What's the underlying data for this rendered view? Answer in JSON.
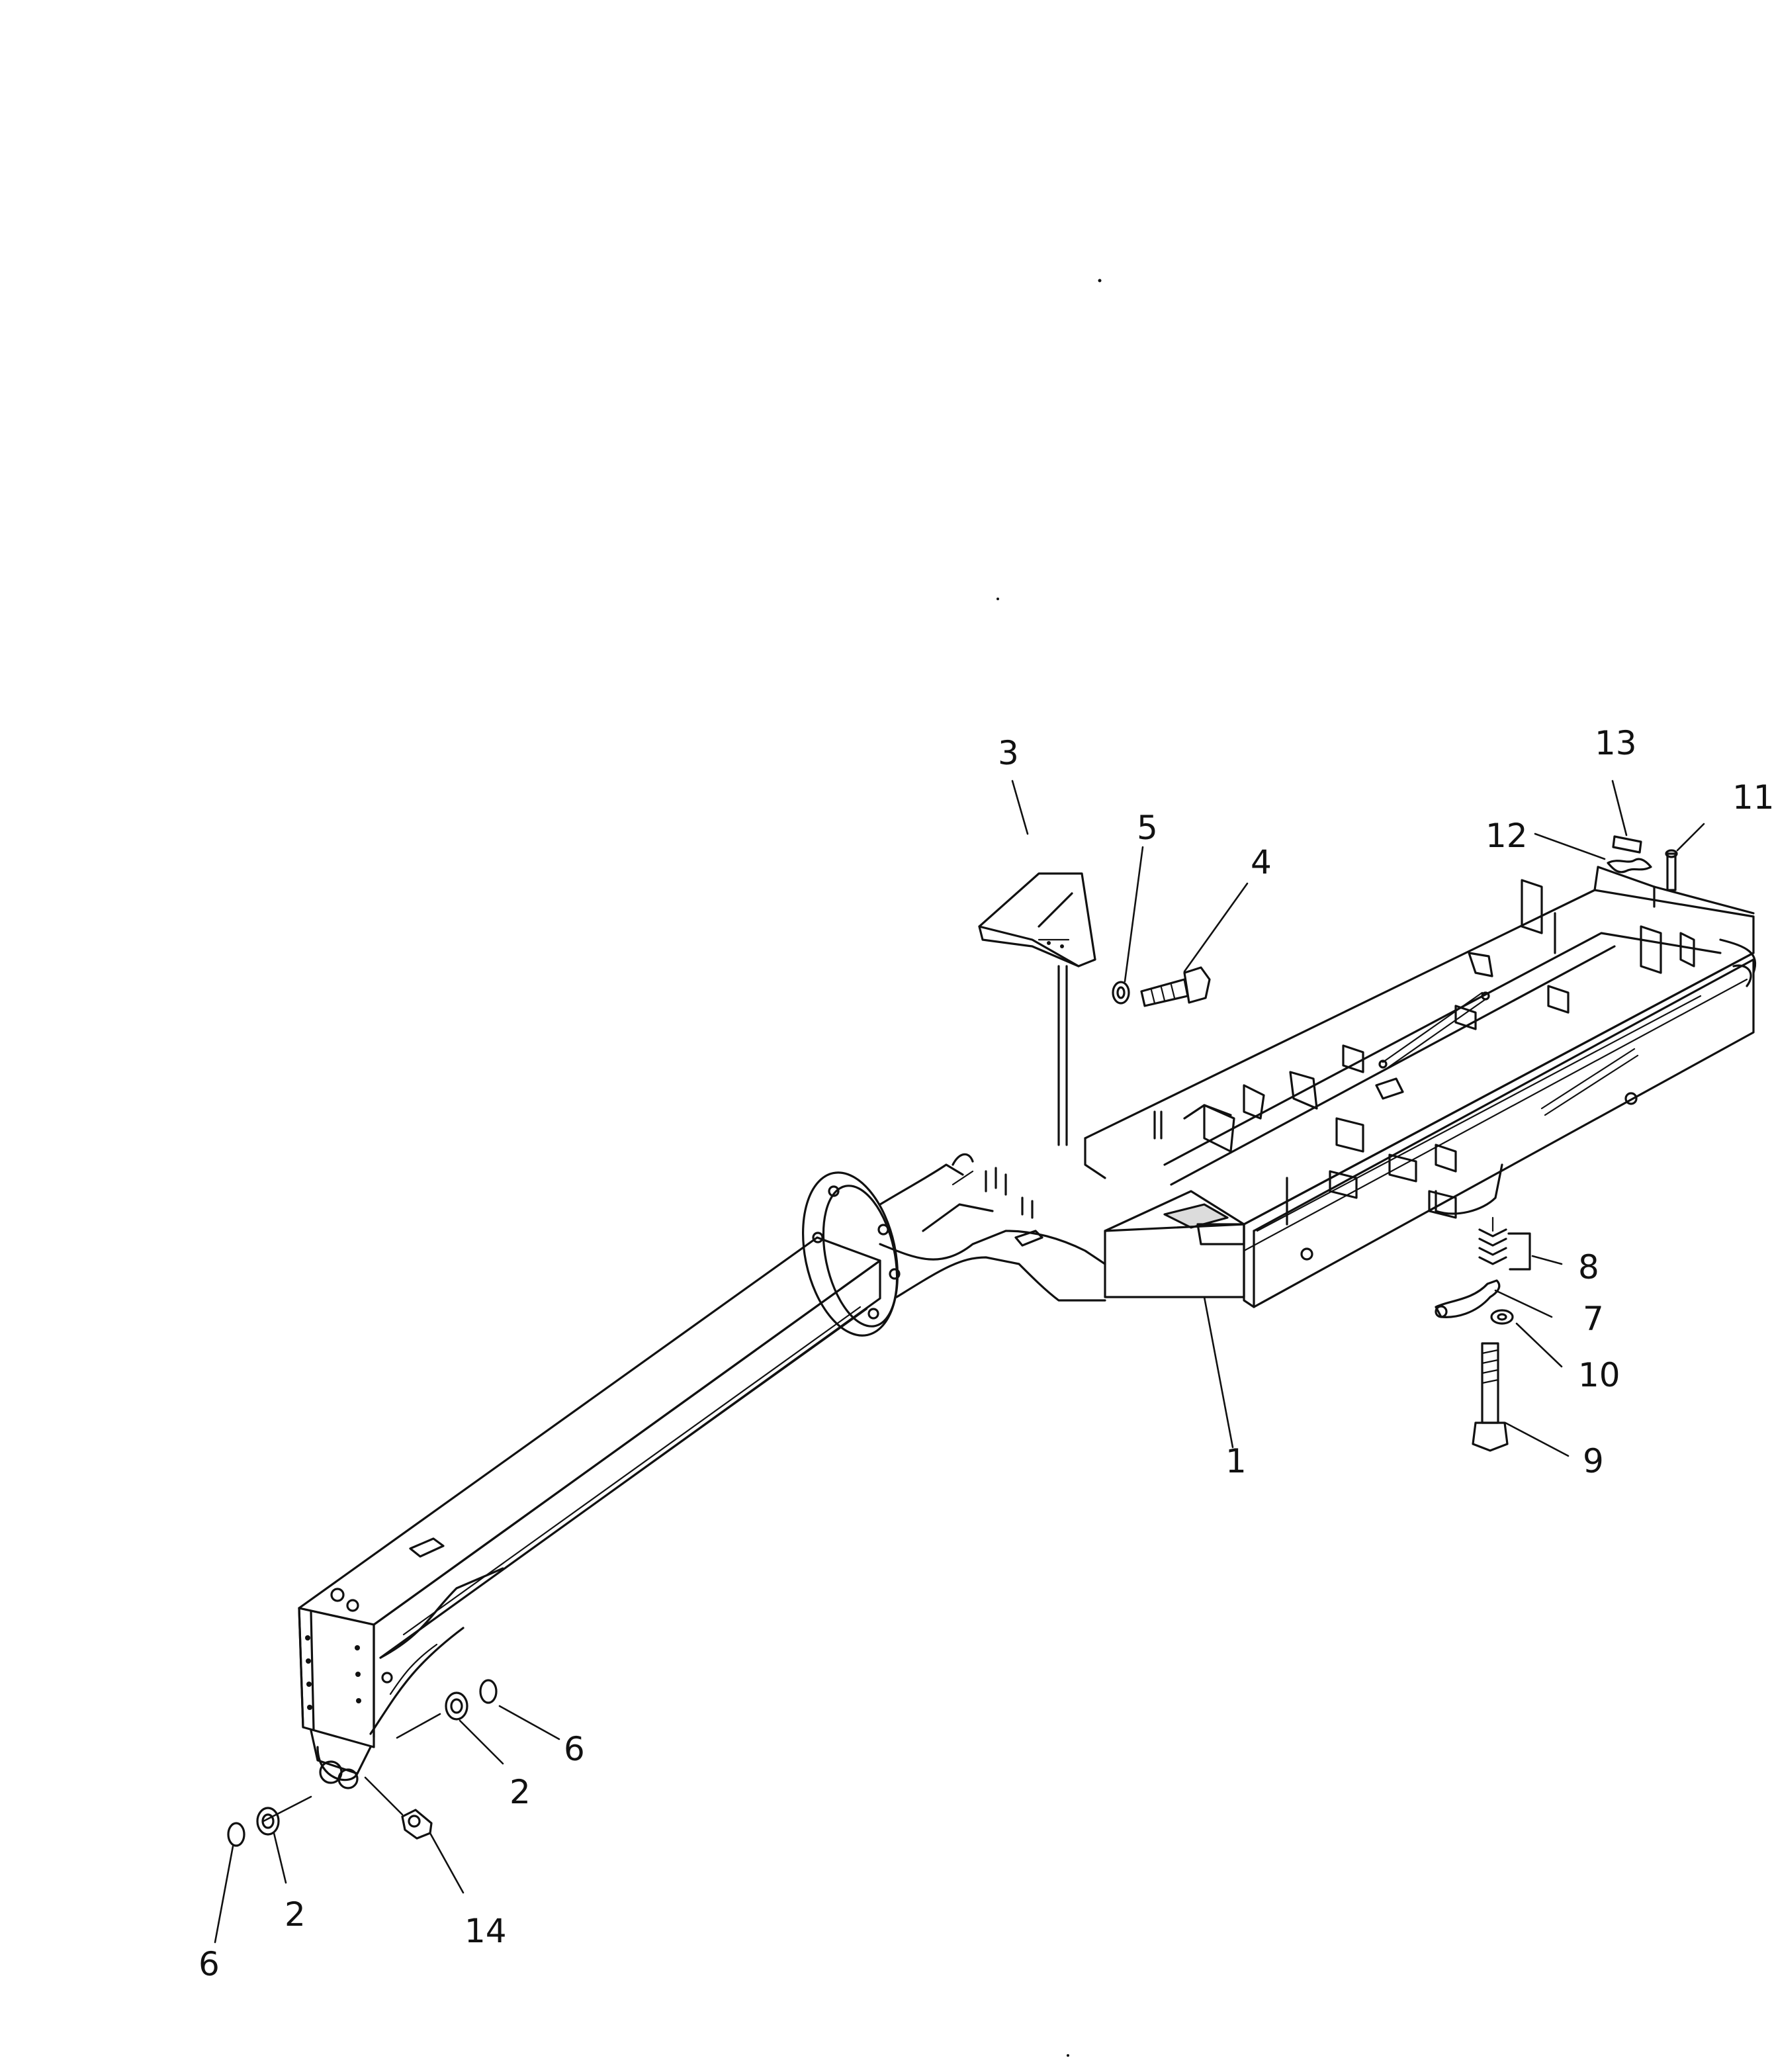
{
  "callouts": [
    {
      "id": "c1",
      "text": "1"
    },
    {
      "id": "c2a",
      "text": "2"
    },
    {
      "id": "c2b",
      "text": "2"
    },
    {
      "id": "c3",
      "text": "3"
    },
    {
      "id": "c4",
      "text": "4"
    },
    {
      "id": "c5",
      "text": "5"
    },
    {
      "id": "c6a",
      "text": "6"
    },
    {
      "id": "c6b",
      "text": "6"
    },
    {
      "id": "c7",
      "text": "7"
    },
    {
      "id": "c8",
      "text": "8"
    },
    {
      "id": "c9",
      "text": "9"
    },
    {
      "id": "c10",
      "text": "10"
    },
    {
      "id": "c11",
      "text": "11"
    },
    {
      "id": "c12",
      "text": "12"
    },
    {
      "id": "c13",
      "text": "13"
    },
    {
      "id": "c14",
      "text": "14"
    }
  ],
  "colors": {
    "ink": "#111111",
    "paper": "#ffffff"
  }
}
